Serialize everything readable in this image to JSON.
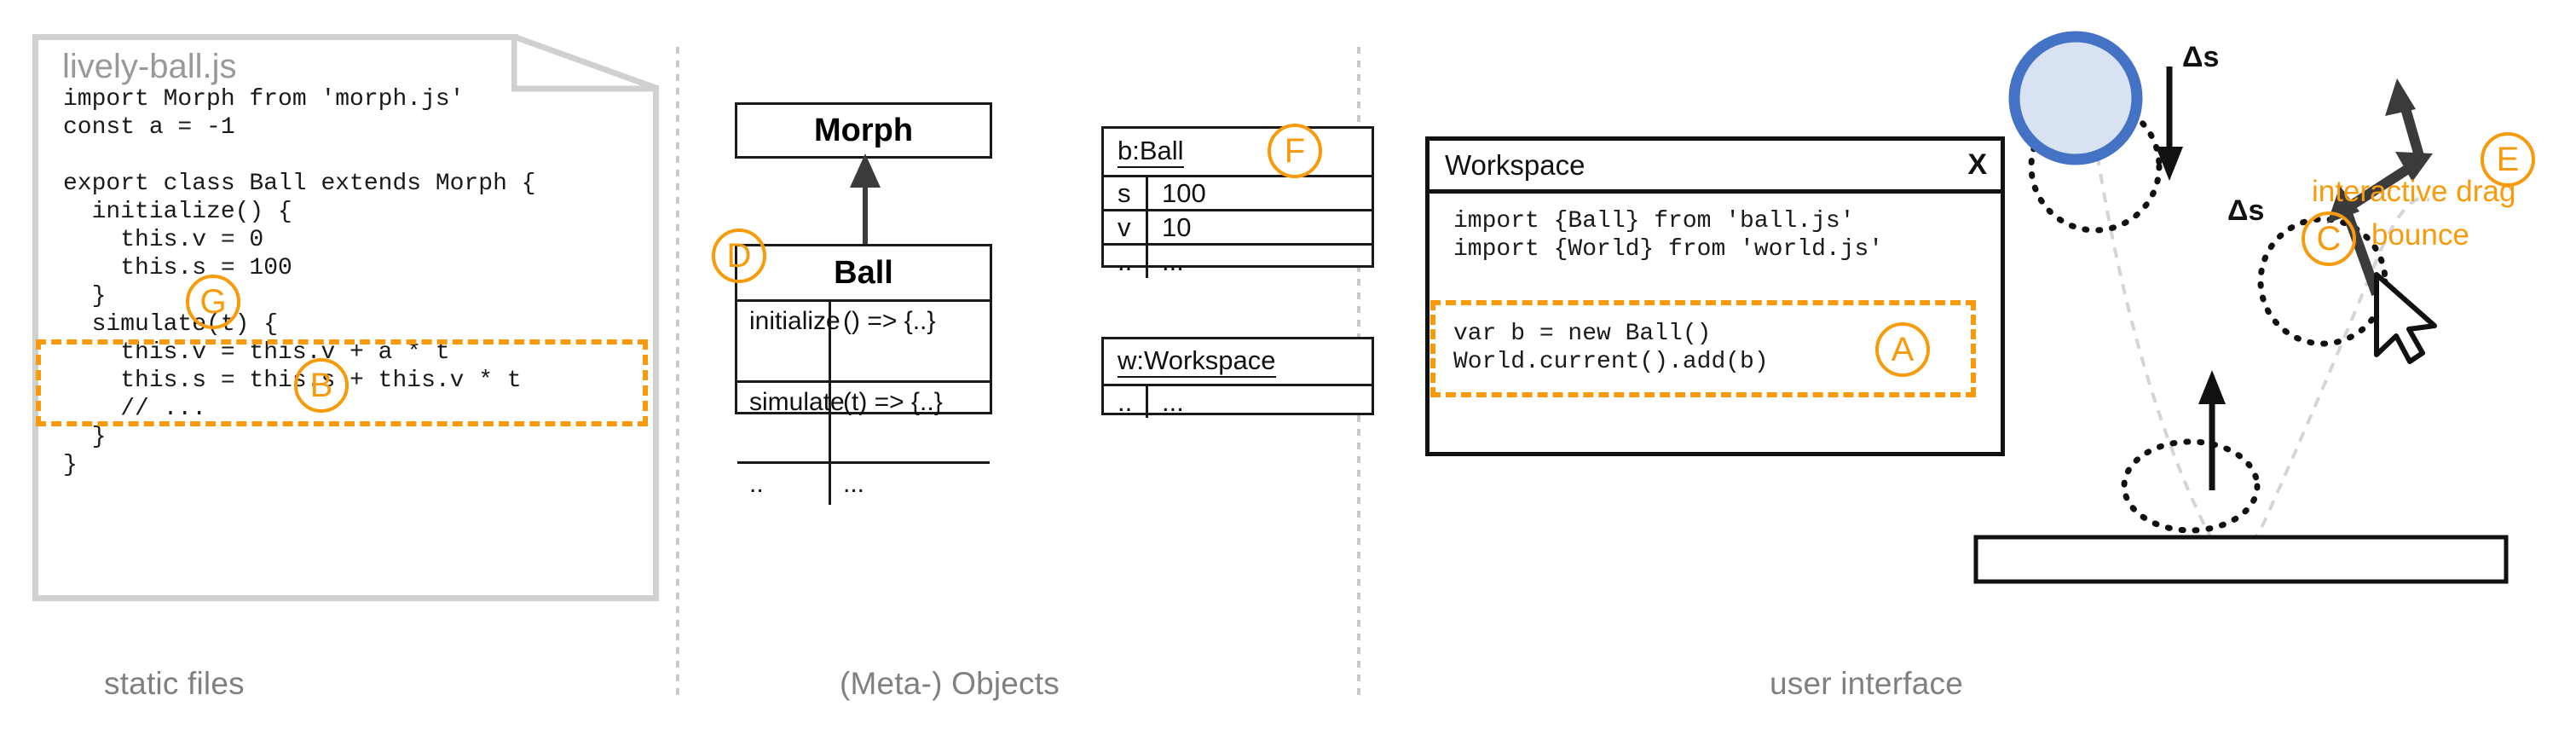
{
  "columns": [
    {
      "caption": "static files"
    },
    {
      "caption": "(Meta-) Objects"
    },
    {
      "caption": "user interface"
    }
  ],
  "file": {
    "name": "lively-ball.js",
    "code_before": "import Morph from 'morph.js'\nconst a = -1\n\nexport class Ball extends Morph {\n  initialize() {\n    this.v = 0\n    this.s = 100\n  }",
    "code_highlight": "  simulate(t) {\n    this.v = this.v + a * t\n    this.s = this.s + this.v * t\n    // ...",
    "code_after": "  }\n}",
    "label_g": "G",
    "label_b": "B"
  },
  "uml": {
    "superclass": {
      "name": "Morph"
    },
    "class": {
      "name": "Ball",
      "label_d": "D",
      "rows": [
        {
          "member": "initialize",
          "signature": "() => {..}"
        },
        {
          "member": "simulate",
          "signature": "(t) => {..}"
        },
        {
          "member": "..",
          "signature": "..."
        }
      ]
    },
    "instances": [
      {
        "name": "b:Ball",
        "label_f": "F",
        "rows": [
          {
            "key": "s",
            "value": "100"
          },
          {
            "key": "v",
            "value": "10"
          },
          {
            "key": "..",
            "value": "..."
          }
        ]
      },
      {
        "name": "w:Workspace",
        "rows": [
          {
            "key": "..",
            "value": "..."
          }
        ]
      }
    ]
  },
  "workspace": {
    "title": "Workspace",
    "close_label": "X",
    "code_imports": "import {Ball} from 'ball.js'\nimport {World} from 'world.js'",
    "code_highlight": "var b = new Ball()\nWorld.current().add(b)",
    "label_a": "A"
  },
  "scene": {
    "delta_top": "Δs",
    "delta_bottom": "Δs",
    "label_c": "C",
    "label_c_text": "bounce",
    "label_e": "E",
    "label_e_text": "interactive drag"
  },
  "colors": {
    "accent_orange": "#F79B0C",
    "ball_stroke": "#4472C4",
    "ball_fill": "#D9E2F3",
    "ink": "#111111",
    "muted_gray": "#808080",
    "paper_edge": "#D0D0D0"
  }
}
